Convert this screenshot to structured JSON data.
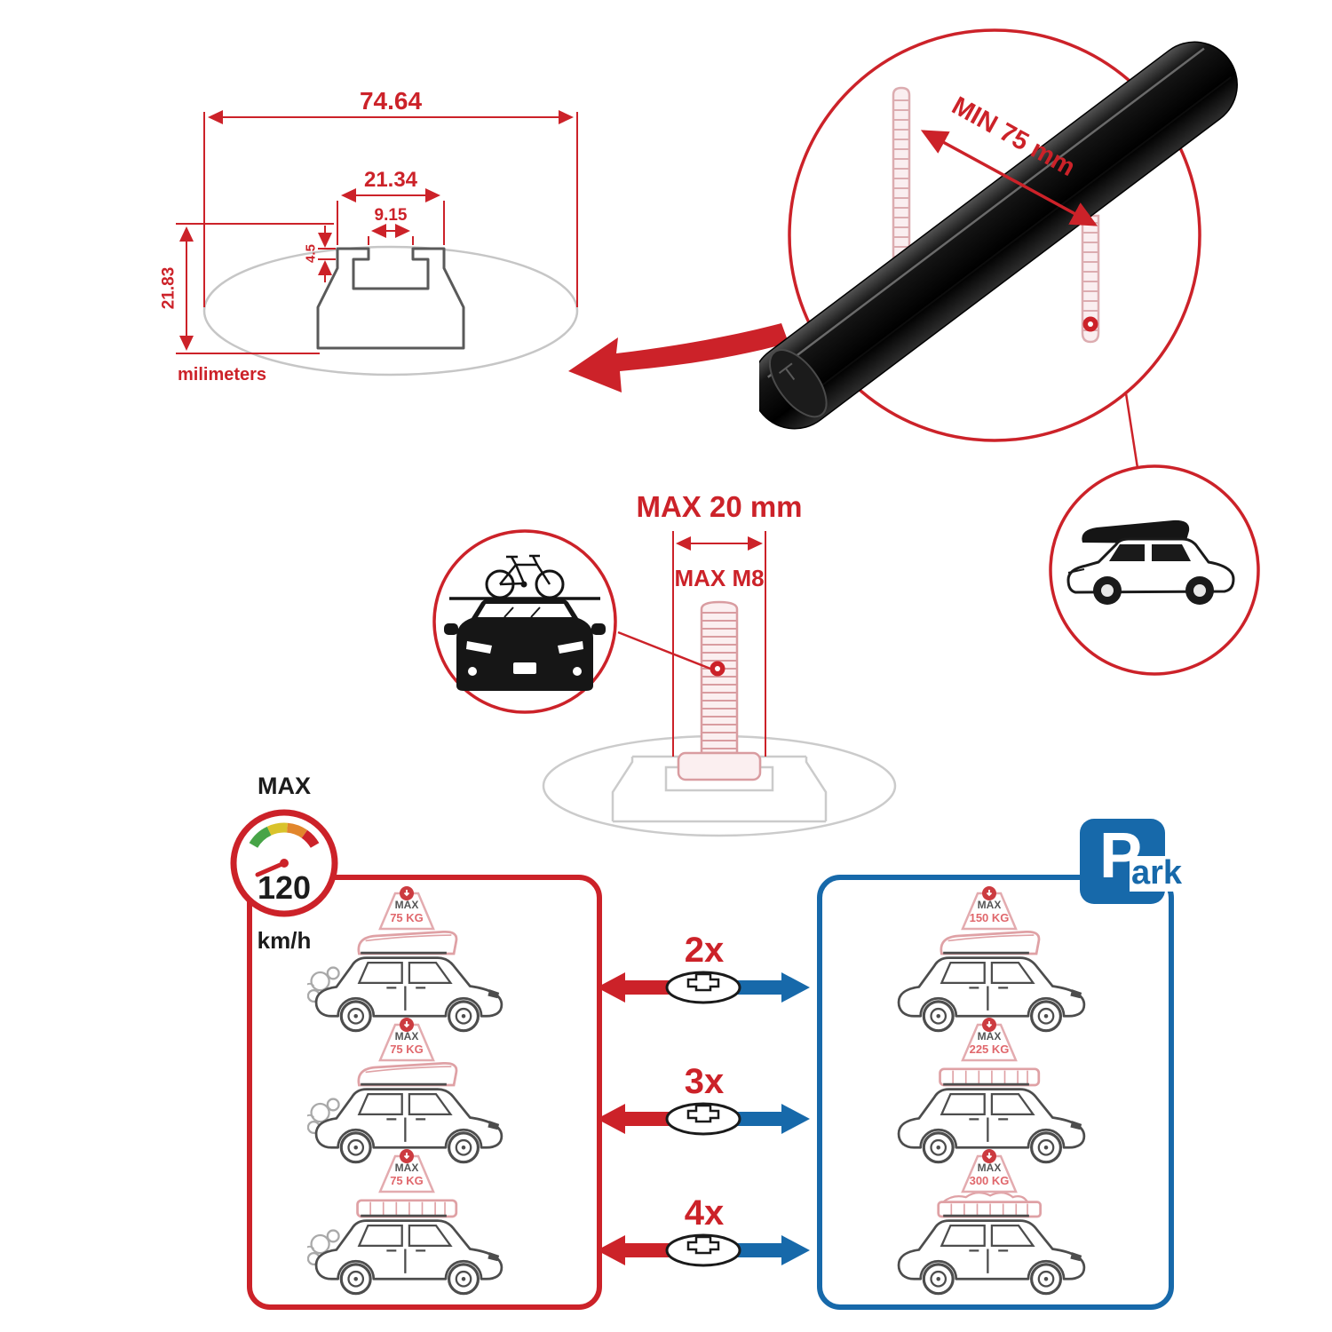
{
  "colors": {
    "accent_red": "#cc2229",
    "accent_blue": "#1769aa",
    "faded_pink": "#dfa1a5",
    "line_gray": "#4d4d4d"
  },
  "cross_section_diagram": {
    "total_width_mm": "74.64",
    "channel_width_mm": "21.34",
    "slot_width_mm": "9.15",
    "lip_depth_mm": "4.5",
    "total_height_mm": "21.83",
    "units_label": "milimeters"
  },
  "bar_detail": {
    "min_span_label": "MIN 75 mm"
  },
  "bolt_detail": {
    "max_length_label": "MAX 20 mm",
    "max_thread_label": "MAX M8"
  },
  "driving_panel": {
    "speedometer": {
      "title": "MAX",
      "value": "120",
      "unit": "km/h"
    },
    "cars": [
      {
        "tag_title": "MAX",
        "tag_value": "75 KG"
      },
      {
        "tag_title": "MAX",
        "tag_value": "75 KG"
      },
      {
        "tag_title": "MAX",
        "tag_value": "75 KG"
      }
    ]
  },
  "bar_quantities": [
    {
      "label": "2x"
    },
    {
      "label": "3x"
    },
    {
      "label": "4x"
    }
  ],
  "parking_panel": {
    "sign_letter": "P",
    "sign_suffix": "ark",
    "cars": [
      {
        "tag_title": "MAX",
        "tag_value": "150 KG"
      },
      {
        "tag_title": "MAX",
        "tag_value": "225 KG"
      },
      {
        "tag_title": "MAX",
        "tag_value": "300 KG"
      }
    ]
  }
}
